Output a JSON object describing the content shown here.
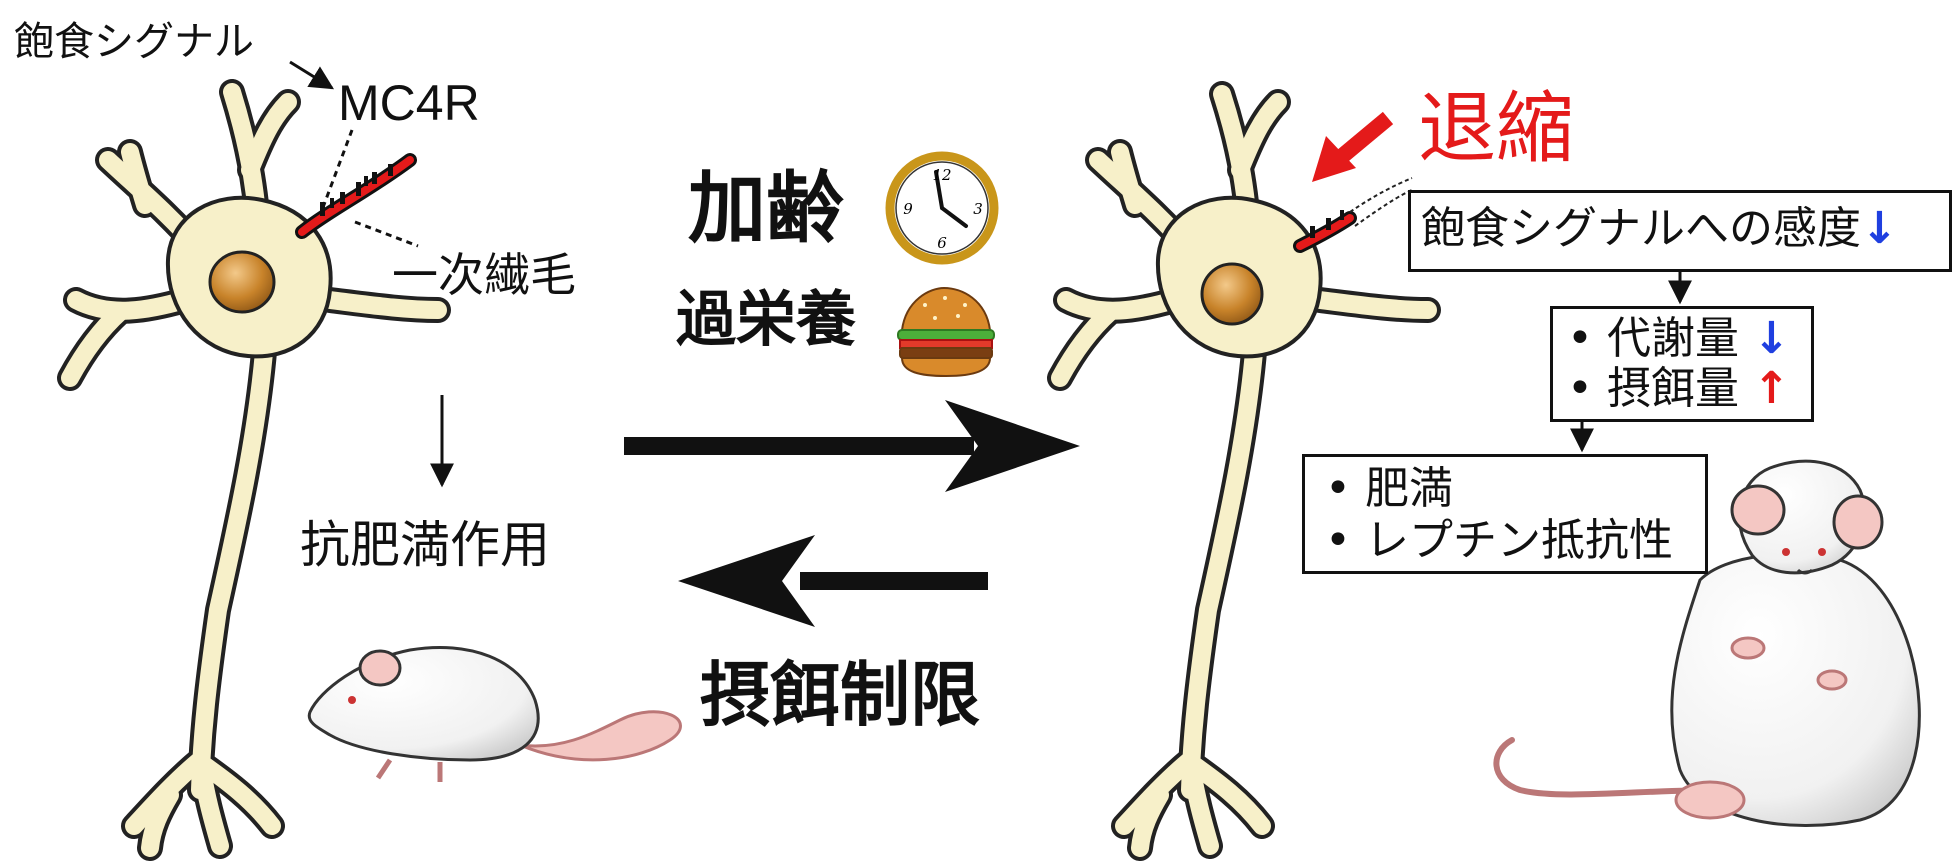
{
  "labels": {
    "satiety_signal": "飽食シグナル",
    "receptor": "MC4R",
    "primary_cilia": "一次繊毛",
    "anti_obesity": "抗肥満作用",
    "aging": "加齢",
    "overnutrition": "過栄養",
    "caloric_restriction": "摂餌制限",
    "retraction": "退縮"
  },
  "boxes": {
    "sensitivity": "飽食シグナルへの感度",
    "metabolism": "• 代謝量",
    "food_intake": "• 摂餌量",
    "obesity": "• 肥満",
    "leptin_resistance": "• レプチン抵抗性"
  },
  "arrows": {
    "down_glyph": "↓",
    "up_glyph": "↑",
    "down_color": "#1f3fe0",
    "up_color": "#e41a1a"
  },
  "clock": {
    "n12": "12",
    "n3": "3",
    "n6": "6",
    "n9": "9"
  },
  "colors": {
    "neuron_fill": "#f7f0c9",
    "nucleus": "#c8832a",
    "cilium": "#e41a1a",
    "accent_red": "#e41a1a",
    "accent_blue": "#1f3fe0"
  }
}
